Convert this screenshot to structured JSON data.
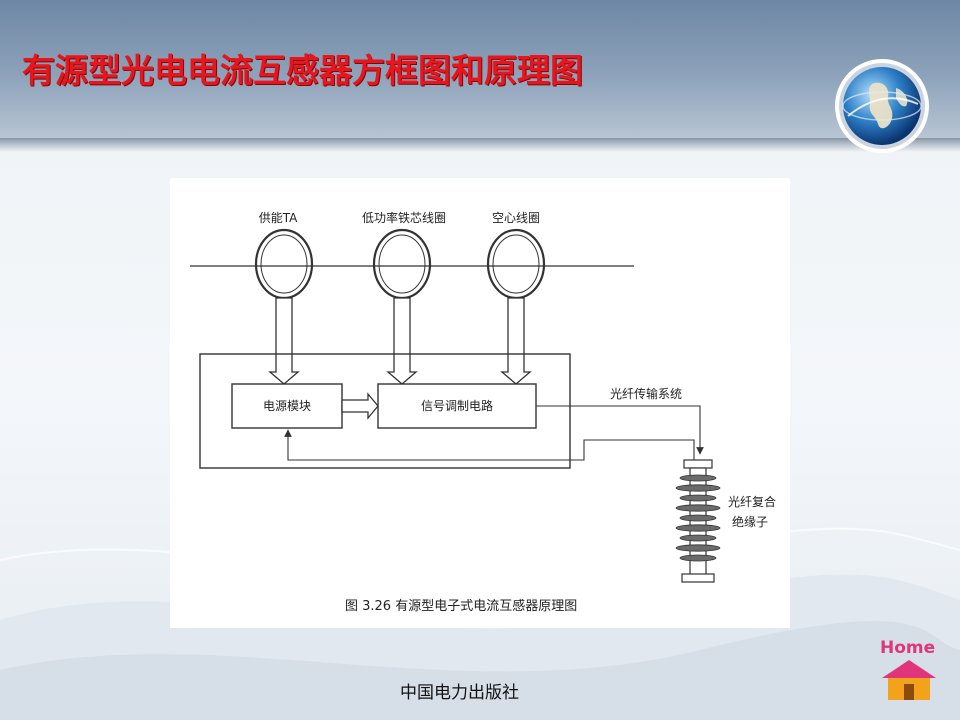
{
  "slide": {
    "title": "有源型光电电流互感器方框图和原理图",
    "publisher": "中国电力出版社",
    "home_label": "Home"
  },
  "diagram": {
    "labels": {
      "ct_power": "供能TA",
      "ct_lowpower": "低功率铁芯线圈",
      "ct_aircore": "空心线圈",
      "power_module": "电源模块",
      "signal_circuit": "信号调制电路",
      "fiber_system": "光纤传输系统",
      "insulator_line1": "光纤复合",
      "insulator_line2": "绝缘子"
    },
    "caption": "图 3.26   有源型电子式电流互感器原理图"
  },
  "colors": {
    "title_red": "#e8161c",
    "header_blue": "#6d87a4",
    "home_pink": "#e0357a",
    "house_orange": "#f2a31b"
  }
}
